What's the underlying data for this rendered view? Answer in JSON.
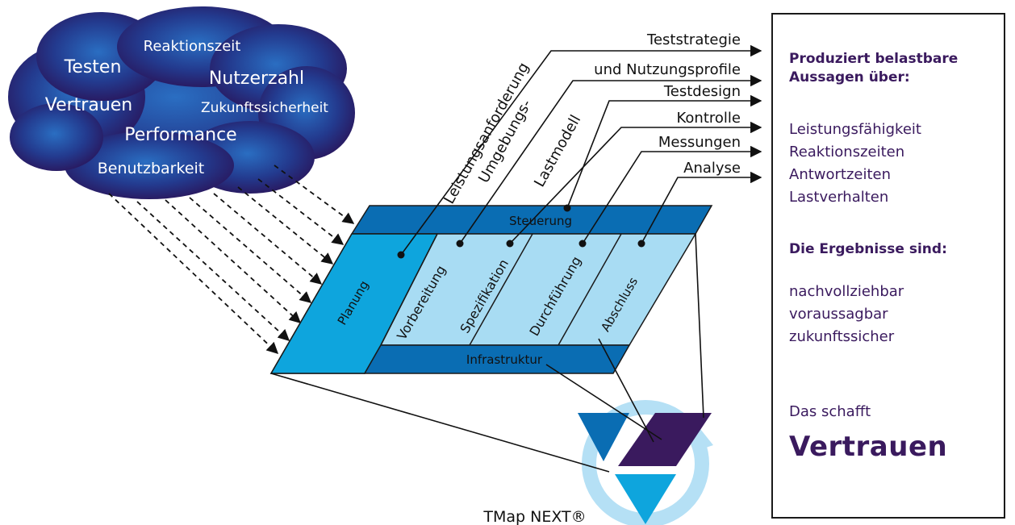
{
  "cloud": {
    "words": [
      "Reaktionszeit",
      "Testen",
      "Nutzerzahl",
      "Vertrauen",
      "Zukunftssicherheit",
      "Performance",
      "Benutzbarkeit"
    ]
  },
  "outputs": [
    "Teststrategie",
    "und Nutzungsprofile",
    "Testdesign",
    "Kontrolle",
    "Messungen",
    "Analyse"
  ],
  "rotated_labels": [
    "Leistungsanforderung",
    "Umgebungs-",
    "Lastmodell"
  ],
  "process": {
    "control": "Steuerung",
    "infrastructure": "Infrastruktur",
    "planning": "Planung",
    "phases": [
      "Vorbereitung",
      "Spezifikation",
      "Durchführung",
      "Abschluss"
    ]
  },
  "logo_caption": "TMap NEXT®",
  "result": {
    "heading1": [
      "Produziert belastbare",
      "Aussagen über:"
    ],
    "items": [
      "Leistungsfähigkeit",
      "Reaktionszeiten",
      "Antwortzeiten",
      "Lastverhalten"
    ],
    "heading2": "Die Ergebnisse sind:",
    "qualities": [
      "nachvollziehbar",
      "voraussagbar",
      "zukunftssicher"
    ],
    "lead": "Das schafft",
    "emphasis": "Vertrauen"
  },
  "colors": {
    "cloud_center": "#2a63b8",
    "cloud_edge": "#2a1155",
    "dark_blue": "#0a6db3",
    "mid_blue": "#0ea5dd",
    "light_blue": "#a8dcf3",
    "purple": "#3a1a5e",
    "ring": "#b5e0f5"
  }
}
